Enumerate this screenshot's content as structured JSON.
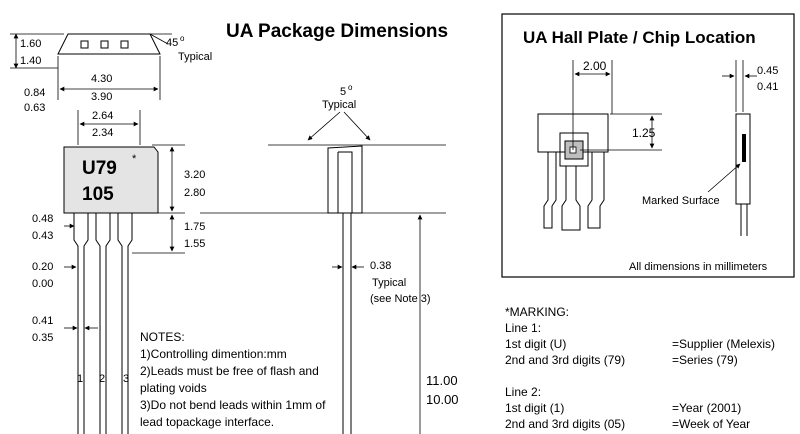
{
  "package_title": "UA Package Dimensions",
  "hall_title": "UA Hall Plate / Chip Location",
  "top_view": {
    "height_max": "1.60",
    "height_min": "1.40",
    "angle": "45",
    "angle_label": "Typical"
  },
  "width_top": {
    "max": "4.30",
    "min": "3.90"
  },
  "chamfer": {
    "max": "0.84",
    "min": "0.63"
  },
  "inner_width": {
    "max": "2.64",
    "min": "2.34"
  },
  "side_angle": {
    "value": "5",
    "label": "Typical"
  },
  "marking_text": {
    "line1": "U79",
    "line2": "105",
    "star": "*"
  },
  "body_height": {
    "max": "3.20",
    "min": "2.80"
  },
  "lead_shoulder": {
    "max": "1.75",
    "min": "1.55"
  },
  "lead_width": {
    "max": "0.48",
    "min": "0.43"
  },
  "lead_offset": {
    "max": "0.20",
    "min": "0.00"
  },
  "lead_thickness": {
    "max": "0.41",
    "min": "0.35"
  },
  "lead_thick_typ": {
    "value": "0.38",
    "label": "Typical",
    "note": "(see Note 3)"
  },
  "lead_length": {
    "max": "11.00",
    "min": "10.00"
  },
  "pins": [
    "1",
    "2",
    "3"
  ],
  "notes": {
    "title": "NOTES:",
    "lines": [
      "1)Controlling dimention:mm",
      "2)Leads must be free of flash and",
      "plating voids",
      "3)Do not bend leads within 1mm of",
      "lead topackage interface."
    ]
  },
  "hall": {
    "dim_x": "2.00",
    "dim_y": "1.25",
    "dim_t_max": "0.45",
    "dim_t_min": "0.41",
    "marked_surface": "Marked Surface",
    "all_dims": "All dimensions in millimeters"
  },
  "marking": {
    "title": "*MARKING:",
    "line1_title": "Line 1:",
    "line1_rows": [
      {
        "label": "1st digit (U)",
        "value": "=Supplier (Melexis)"
      },
      {
        "label": "2nd and 3rd digits (79)",
        "value": "=Series (79)"
      }
    ],
    "line2_title": "Line 2:",
    "line2_rows": [
      {
        "label": "1st digit (1)",
        "value": "=Year (2001)"
      },
      {
        "label": "2nd and 3rd digits (05)",
        "value": "=Week of Year"
      }
    ]
  }
}
